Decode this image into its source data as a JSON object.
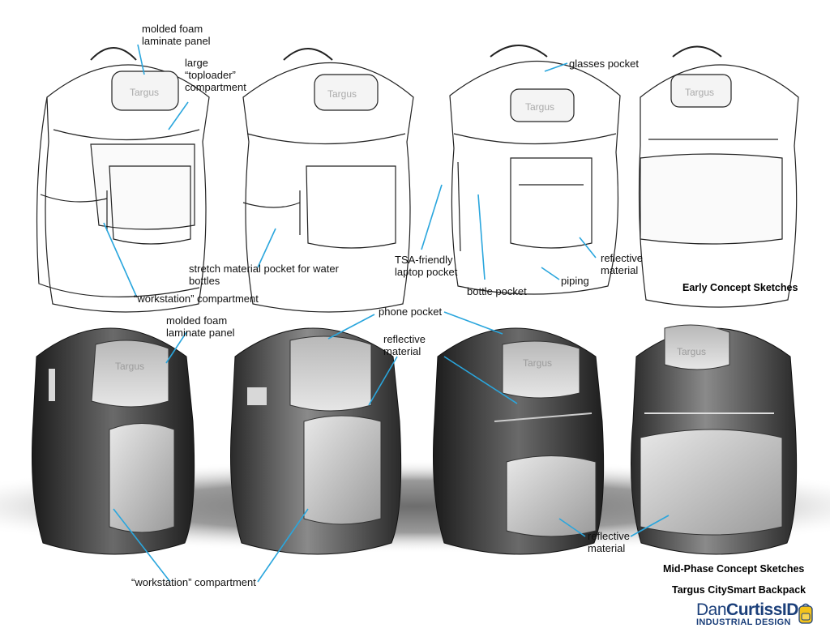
{
  "colors": {
    "leader": "#2aa6dd",
    "sketch_line": "#222222",
    "brand_blue": "#1b3f7a",
    "brand_bag": "#f3c21a"
  },
  "sheet": {
    "section_early": "Early Concept Sketches",
    "section_mid": "Mid-Phase Concept Sketches",
    "product_title": "Targus CitySmart Backpack",
    "logo_text": "Targus",
    "brand_name_light": "Dan",
    "brand_name_bold": "CurtissID",
    "brand_subtitle": "INDUSTRIAL DESIGN",
    "brand_icon": "backpack-icon"
  },
  "labels": {
    "top_molded_foam": "molded foam laminate panel",
    "top_toploader": "large “toploader” compartment",
    "top_stretch_pocket": "stretch material pocket for water bottles",
    "top_workstation": "“workstation” compartment",
    "top_glasses": "glasses pocket",
    "top_tsa": "TSA-friendly laptop pocket",
    "top_bottle": "bottle pocket",
    "top_piping": "piping",
    "top_reflective": "reflective material",
    "bot_molded_foam": "molded foam laminate panel",
    "bot_phone": "phone pocket",
    "bot_reflective_upper": "reflective material",
    "bot_reflective_lower": "reflective material",
    "bot_workstation": "“workstation” compartment"
  }
}
